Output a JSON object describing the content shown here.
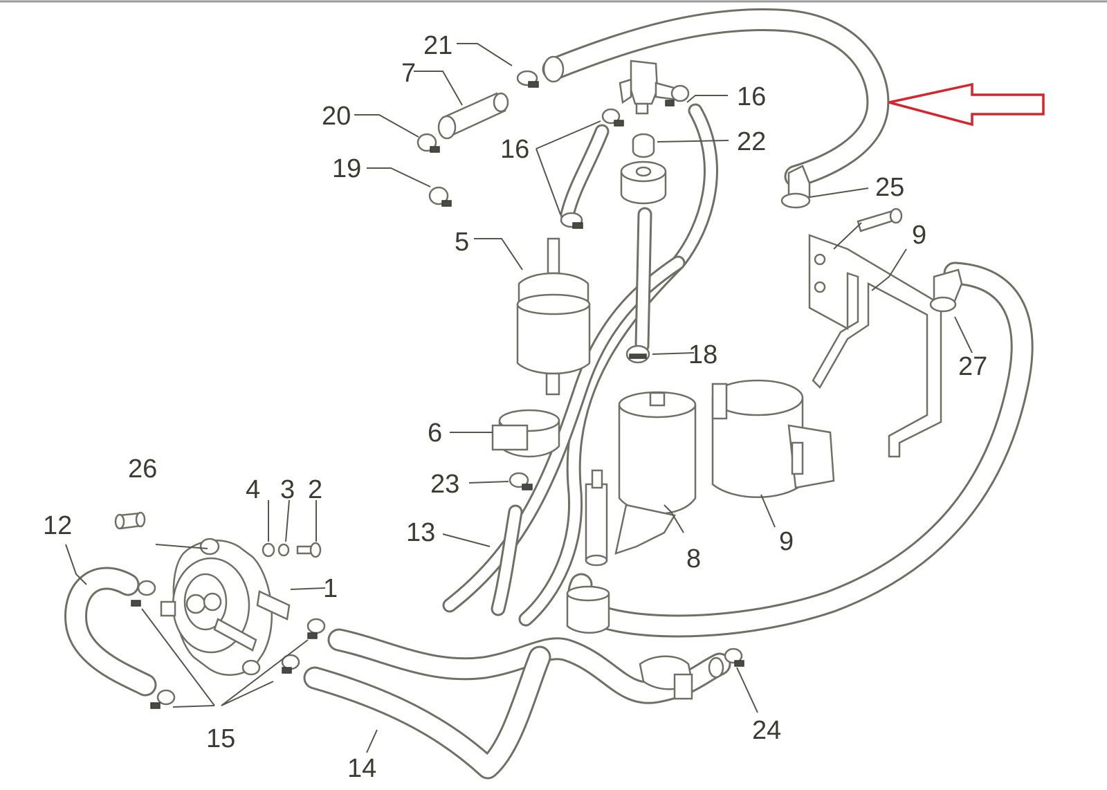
{
  "diagram": {
    "accent_arrow_color": "#d4262c",
    "line_color": "#6f6f66",
    "callouts": [
      {
        "key": "c21",
        "text": "21"
      },
      {
        "key": "c7",
        "text": "7"
      },
      {
        "key": "c20",
        "text": "20"
      },
      {
        "key": "c19",
        "text": "19"
      },
      {
        "key": "c16a",
        "text": "16"
      },
      {
        "key": "c16b",
        "text": "16"
      },
      {
        "key": "c22",
        "text": "22"
      },
      {
        "key": "c25",
        "text": "25"
      },
      {
        "key": "c9a",
        "text": "9"
      },
      {
        "key": "c5",
        "text": "5"
      },
      {
        "key": "c18",
        "text": "18"
      },
      {
        "key": "c27",
        "text": "27"
      },
      {
        "key": "c6",
        "text": "6"
      },
      {
        "key": "c23",
        "text": "23"
      },
      {
        "key": "c26",
        "text": "26"
      },
      {
        "key": "c4",
        "text": "4"
      },
      {
        "key": "c3",
        "text": "3"
      },
      {
        "key": "c2",
        "text": "2"
      },
      {
        "key": "c12",
        "text": "12"
      },
      {
        "key": "c13",
        "text": "13"
      },
      {
        "key": "c1",
        "text": "1"
      },
      {
        "key": "c8",
        "text": "8"
      },
      {
        "key": "c9b",
        "text": "9"
      },
      {
        "key": "c15",
        "text": "15"
      },
      {
        "key": "c24",
        "text": "24"
      },
      {
        "key": "c14",
        "text": "14"
      }
    ]
  }
}
